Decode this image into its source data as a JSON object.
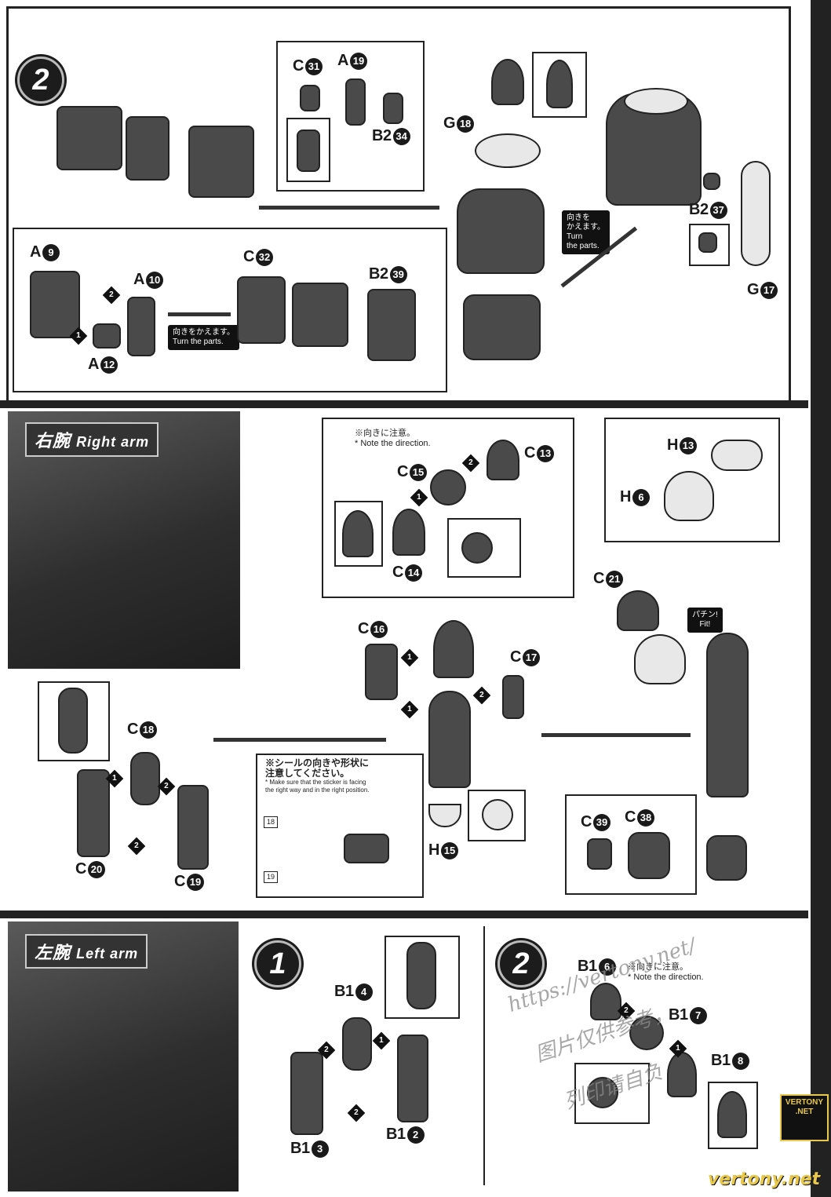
{
  "panels": {
    "top": {
      "step": "2"
    },
    "right_arm": {
      "title_jp": "右腕",
      "title_en": "Right arm"
    },
    "left_arm": {
      "title_jp": "左腕",
      "title_en": "Left arm",
      "step1": "1",
      "step2": "2"
    }
  },
  "labels": {
    "c31": [
      "C",
      "31"
    ],
    "a19": [
      "A",
      "19"
    ],
    "b2_34": [
      "B2",
      "34"
    ],
    "g18": [
      "G",
      "18"
    ],
    "b2_37": [
      "B2",
      "37"
    ],
    "g17": [
      "G",
      "17"
    ],
    "a9": [
      "A",
      "9"
    ],
    "a10": [
      "A",
      "10"
    ],
    "a12": [
      "A",
      "12"
    ],
    "c32": [
      "C",
      "32"
    ],
    "b2_39": [
      "B2",
      "39"
    ],
    "c15": [
      "C",
      "15"
    ],
    "c13": [
      "C",
      "13"
    ],
    "c14": [
      "C",
      "14"
    ],
    "h13": [
      "H",
      "13"
    ],
    "h6": [
      "H",
      "6"
    ],
    "c21": [
      "C",
      "21"
    ],
    "c16": [
      "C",
      "16"
    ],
    "c17": [
      "C",
      "17"
    ],
    "c18": [
      "C",
      "18"
    ],
    "c20": [
      "C",
      "20"
    ],
    "c19": [
      "C",
      "19"
    ],
    "h15": [
      "H",
      "15"
    ],
    "c39": [
      "C",
      "39"
    ],
    "c38": [
      "C",
      "38"
    ],
    "b14": [
      "B1",
      "4"
    ],
    "b13": [
      "B1",
      "3"
    ],
    "b12": [
      "B1",
      "2"
    ],
    "b16": [
      "B1",
      "6"
    ],
    "b17": [
      "B1",
      "7"
    ],
    "b18": [
      "B1",
      "8"
    ]
  },
  "notes": {
    "turn_jp_1": "向きを\nかえます。",
    "turn_en_1": "Turn\nthe parts.",
    "turn_jp_2": "向きをかえます。",
    "turn_en_2": "Turn the parts.",
    "direction_jp": "※向きに注意。",
    "direction_en": "* Note the direction.",
    "direction_jp_2": "※向きに注意。",
    "direction_en_2": "* Note the direction.",
    "fit_jp": "パチン!",
    "fit_en": "Fit!",
    "sticker_jp": "※シールの向きや形状に\n注意してください。",
    "sticker_en": "* Make sure that the sticker is facing\nthe right way and in the right position.",
    "sticker_18": "18",
    "sticker_19": "19"
  },
  "watermark": {
    "url": "https://vertony.net/",
    "line1": "图片仅供参考，",
    "line2": "列印请自负",
    "footer": "vertony.net",
    "logo": "VERTONY\n.NET"
  },
  "steps": [
    "1",
    "2"
  ],
  "colors": {
    "ink": "#222222",
    "part_dark": "#4a4a4a",
    "part_light": "#e8e8e8",
    "logo_gold": "#e8c84a"
  }
}
